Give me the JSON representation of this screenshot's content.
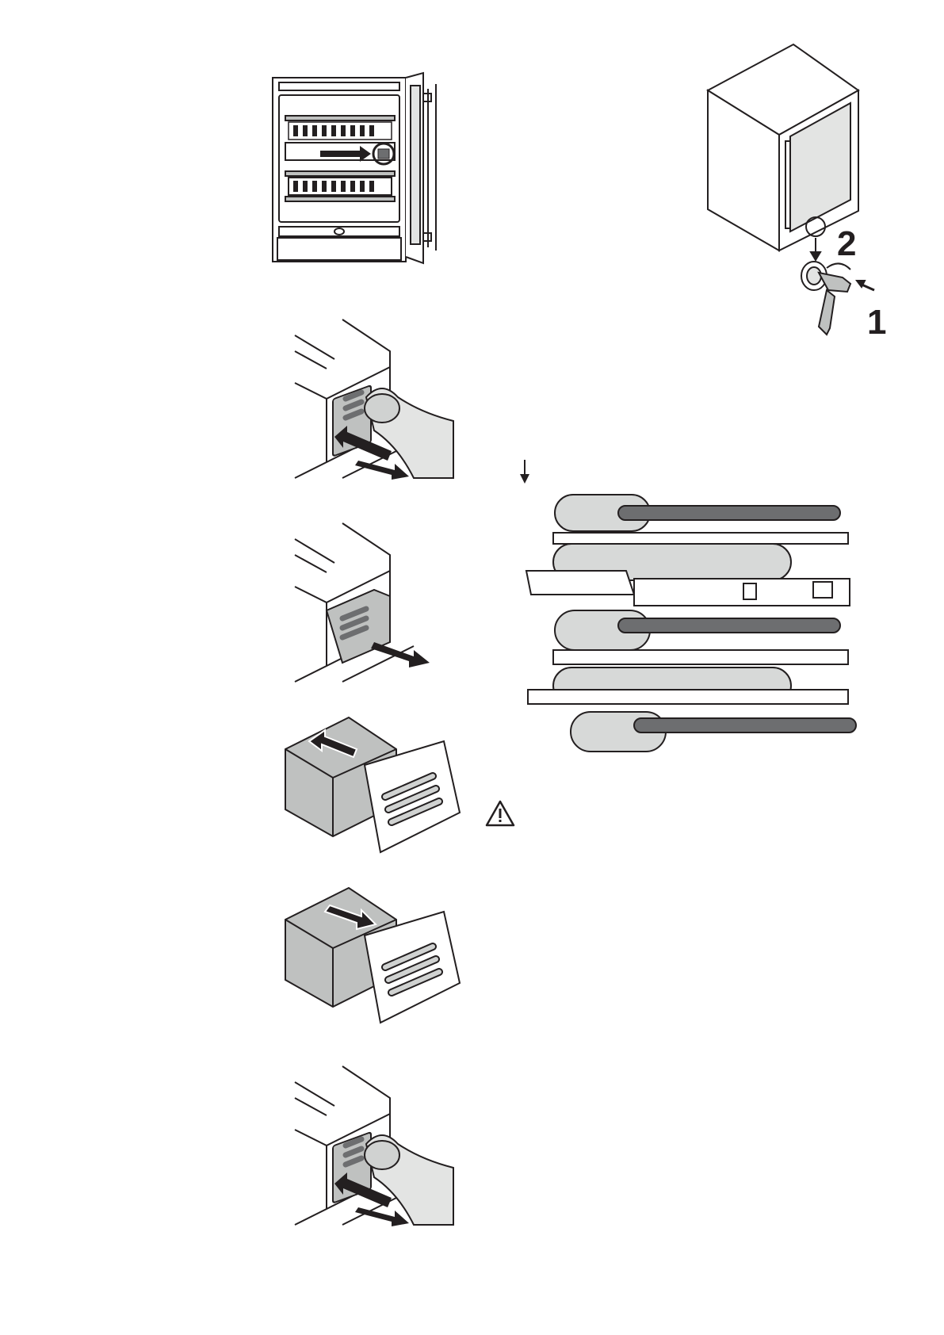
{
  "page": {
    "type": "appliance-manual-illustration-page",
    "colors": {
      "ink": "#231f20",
      "fill_light": "#e3e4e3",
      "fill_mid": "#bfc1c0",
      "fill_dark": "#6d6e70",
      "paper": "#ffffff"
    }
  },
  "figures": {
    "cabinet_open": {
      "label": "open-cabinet-with-filter-callout"
    },
    "lock_and_key": {
      "label": "cabinet-lock-and-key",
      "step_labels": [
        "2",
        "1"
      ]
    },
    "filter_push_1": {
      "label": "press-filter-cover"
    },
    "filter_pull": {
      "label": "pull-out-filter-cover"
    },
    "filter_remove": {
      "label": "remove-filter-cartridge"
    },
    "filter_insert": {
      "label": "insert-filter-cartridge"
    },
    "filter_push_2": {
      "label": "press-filter-cover-back"
    },
    "wine_shelves": {
      "label": "wine-bottle-shelves"
    }
  },
  "icons": {
    "warning": "warning-triangle-icon",
    "down_arrow": "down-arrow-icon"
  }
}
